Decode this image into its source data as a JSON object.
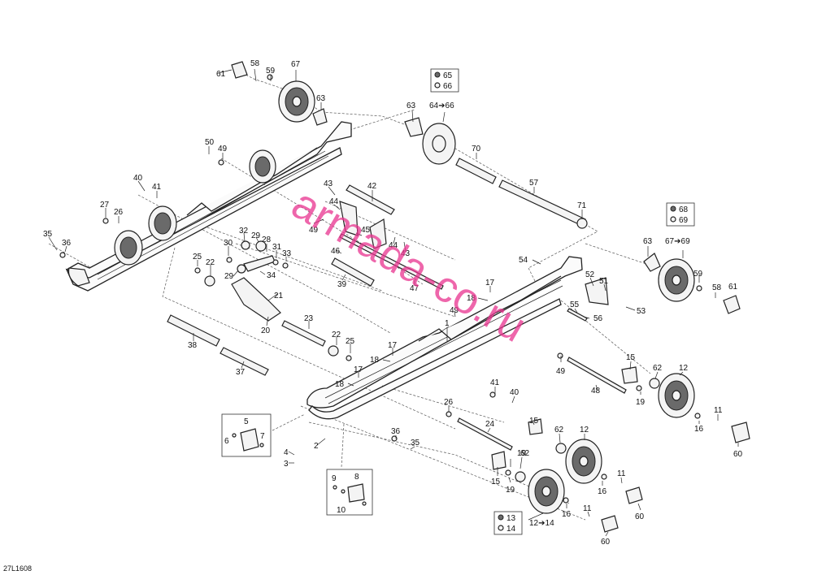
{
  "diagram": {
    "code": "27L1608",
    "watermark": "armada-co.ru",
    "labels": [
      {
        "id": "l61a",
        "text": "61"
      },
      {
        "id": "l58a",
        "text": "58"
      },
      {
        "id": "l59a",
        "text": "59"
      },
      {
        "id": "l67a",
        "text": "67"
      },
      {
        "id": "l63a",
        "text": "63"
      },
      {
        "id": "l63b",
        "text": "63"
      },
      {
        "id": "l64_66",
        "text": "64➔66"
      },
      {
        "id": "l70",
        "text": "70"
      },
      {
        "id": "l57",
        "text": "57"
      },
      {
        "id": "l71",
        "text": "71"
      },
      {
        "id": "l67_69",
        "text": "67➔69"
      },
      {
        "id": "l63c",
        "text": "63"
      },
      {
        "id": "l59b",
        "text": "59"
      },
      {
        "id": "l58b",
        "text": "58"
      },
      {
        "id": "l61b",
        "text": "61"
      },
      {
        "id": "l50",
        "text": "50"
      },
      {
        "id": "l49a",
        "text": "49"
      },
      {
        "id": "l40a",
        "text": "40"
      },
      {
        "id": "l41a",
        "text": "41"
      },
      {
        "id": "l27",
        "text": "27"
      },
      {
        "id": "l26a",
        "text": "26"
      },
      {
        "id": "l35a",
        "text": "35"
      },
      {
        "id": "l36a",
        "text": "36"
      },
      {
        "id": "l43a",
        "text": "43"
      },
      {
        "id": "l42",
        "text": "42"
      },
      {
        "id": "l44a",
        "text": "44"
      },
      {
        "id": "l49b",
        "text": "49"
      },
      {
        "id": "l45",
        "text": "45"
      },
      {
        "id": "l44b",
        "text": "44"
      },
      {
        "id": "l46",
        "text": "46"
      },
      {
        "id": "l43b",
        "text": "43"
      },
      {
        "id": "l32",
        "text": "32"
      },
      {
        "id": "l29a",
        "text": "29"
      },
      {
        "id": "l28",
        "text": "28"
      },
      {
        "id": "l31",
        "text": "31"
      },
      {
        "id": "l33",
        "text": "33"
      },
      {
        "id": "l30",
        "text": "30"
      },
      {
        "id": "l29b",
        "text": "29"
      },
      {
        "id": "l34",
        "text": "34"
      },
      {
        "id": "l25a",
        "text": "25"
      },
      {
        "id": "l22a",
        "text": "22"
      },
      {
        "id": "l39",
        "text": "39"
      },
      {
        "id": "l47",
        "text": "47"
      },
      {
        "id": "l21",
        "text": "21"
      },
      {
        "id": "l20",
        "text": "20"
      },
      {
        "id": "l23",
        "text": "23"
      },
      {
        "id": "l38",
        "text": "38"
      },
      {
        "id": "l22b",
        "text": "22"
      },
      {
        "id": "l25b",
        "text": "25"
      },
      {
        "id": "l37",
        "text": "37"
      },
      {
        "id": "l54",
        "text": "54"
      },
      {
        "id": "l52",
        "text": "52"
      },
      {
        "id": "l51",
        "text": "51"
      },
      {
        "id": "l17a",
        "text": "17"
      },
      {
        "id": "l18a",
        "text": "18"
      },
      {
        "id": "l49c",
        "text": "49"
      },
      {
        "id": "l53",
        "text": "53"
      },
      {
        "id": "l55",
        "text": "55"
      },
      {
        "id": "l56",
        "text": "56"
      },
      {
        "id": "l1",
        "text": "1"
      },
      {
        "id": "l17b",
        "text": "17"
      },
      {
        "id": "l18b",
        "text": "18"
      },
      {
        "id": "l17c",
        "text": "17"
      },
      {
        "id": "l18c",
        "text": "18"
      },
      {
        "id": "l49d",
        "text": "49"
      },
      {
        "id": "l15a",
        "text": "15"
      },
      {
        "id": "l62a",
        "text": "62"
      },
      {
        "id": "l12a",
        "text": "12"
      },
      {
        "id": "l41b",
        "text": "41"
      },
      {
        "id": "l40b",
        "text": "40"
      },
      {
        "id": "l48",
        "text": "48"
      },
      {
        "id": "l19a",
        "text": "19"
      },
      {
        "id": "l11a",
        "text": "11"
      },
      {
        "id": "l16a",
        "text": "16"
      },
      {
        "id": "l60a",
        "text": "60"
      },
      {
        "id": "l26b",
        "text": "26"
      },
      {
        "id": "l24",
        "text": "24"
      },
      {
        "id": "l15b",
        "text": "15"
      },
      {
        "id": "l62b",
        "text": "62"
      },
      {
        "id": "l12b",
        "text": "12"
      },
      {
        "id": "l36b",
        "text": "36"
      },
      {
        "id": "l35b",
        "text": "35"
      },
      {
        "id": "l19b",
        "text": "19"
      },
      {
        "id": "l62c",
        "text": "62"
      },
      {
        "id": "l15c",
        "text": "15"
      },
      {
        "id": "l19c",
        "text": "19"
      },
      {
        "id": "l11b",
        "text": "11"
      },
      {
        "id": "l16b",
        "text": "16"
      },
      {
        "id": "l60b",
        "text": "60"
      },
      {
        "id": "l11c",
        "text": "11"
      },
      {
        "id": "l16c",
        "text": "16"
      },
      {
        "id": "l60c",
        "text": "60"
      },
      {
        "id": "l12_14",
        "text": "12➔14"
      },
      {
        "id": "l2",
        "text": "2"
      },
      {
        "id": "l4",
        "text": "4"
      },
      {
        "id": "l3",
        "text": "3"
      },
      {
        "id": "l9",
        "text": "9"
      },
      {
        "id": "l8",
        "text": "8"
      },
      {
        "id": "l10",
        "text": "10"
      }
    ],
    "boxes": [
      {
        "id": "box65",
        "items": [
          {
            "text": "65"
          },
          {
            "text": "66"
          }
        ]
      },
      {
        "id": "box68",
        "items": [
          {
            "text": "68"
          },
          {
            "text": "69"
          }
        ]
      },
      {
        "id": "box13",
        "items": [
          {
            "text": "13"
          },
          {
            "text": "14"
          }
        ]
      },
      {
        "id": "box5",
        "items": [
          {
            "text": "5"
          },
          {
            "text": "6"
          },
          {
            "text": "7"
          }
        ]
      },
      {
        "id": "box8",
        "items": [
          {
            "text": "8"
          },
          {
            "text": "9"
          },
          {
            "text": "10"
          }
        ]
      }
    ]
  }
}
